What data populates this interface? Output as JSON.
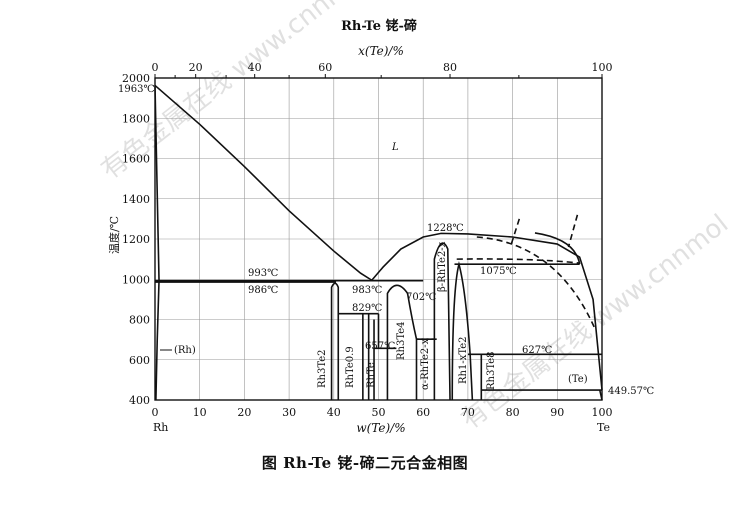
{
  "title": "Rh-Te  铑-碲",
  "caption": "图 Rh-Te 铑-碲二元合金相图",
  "watermark": "有色金属在线 www.cnnmol.com",
  "colors": {
    "line": "#111111",
    "grid": "#9a9a9a",
    "watermark": "#c8c8c8"
  },
  "chart_data": {
    "type": "phase-diagram",
    "top_axis_label": "x(Te)/%",
    "bottom_axis_label": "w(Te)/%",
    "y_axis_label": "温度/℃",
    "x_range": [
      0,
      100
    ],
    "y_range": [
      400,
      2000
    ],
    "x_ticks": [
      0,
      10,
      20,
      30,
      40,
      50,
      60,
      70,
      80,
      90,
      100
    ],
    "x_top_ticks": [
      0,
      20,
      40,
      60,
      80,
      100
    ],
    "y_ticks": [
      400,
      600,
      800,
      1000,
      1200,
      1400,
      1600,
      1800,
      2000
    ],
    "grid": true,
    "left_element": "Rh",
    "right_element": "Te",
    "temperatures": [
      "1963℃",
      "993℃",
      "986℃",
      "983℃",
      "829℃",
      "702℃",
      "657℃",
      "1228℃",
      "1075℃",
      "627℃",
      "449.57℃"
    ],
    "phases": [
      "L",
      "(Rh)",
      "Rh3Te2",
      "RhTe0.9",
      "RhTe",
      "Rh3Te4",
      "α-RhTe2-x",
      "β-RhTe2-x",
      "Rh1-xTe2",
      "Rh3Te8",
      "(Te)"
    ],
    "liquidus": [
      [
        0,
        1963
      ],
      [
        10,
        1770
      ],
      [
        20,
        1560
      ],
      [
        30,
        1340
      ],
      [
        40,
        1140
      ],
      [
        46,
        1030
      ],
      [
        48.5,
        995
      ],
      [
        51,
        1060
      ],
      [
        55,
        1150
      ],
      [
        60,
        1210
      ],
      [
        64,
        1228
      ],
      [
        70,
        1225
      ],
      [
        80,
        1210
      ],
      [
        90,
        1175
      ],
      [
        95,
        1110
      ],
      [
        98,
        900
      ],
      [
        100,
        450
      ]
    ],
    "invariant_lines": [
      {
        "temperature": 993,
        "from": 0,
        "to": 60
      },
      {
        "temperature": 986,
        "from": 0,
        "to": 40.5
      },
      {
        "temperature": 829,
        "from": 41,
        "to": 50
      },
      {
        "temperature": 702,
        "from": 58.5,
        "to": 63
      },
      {
        "temperature": 657,
        "from": 49,
        "to": 54
      },
      {
        "temperature": 1075,
        "from": 67,
        "to": 95
      },
      {
        "temperature": 627,
        "from": 70,
        "to": 100
      },
      {
        "temperature": 449.57,
        "from": 73,
        "to": 100
      }
    ]
  }
}
